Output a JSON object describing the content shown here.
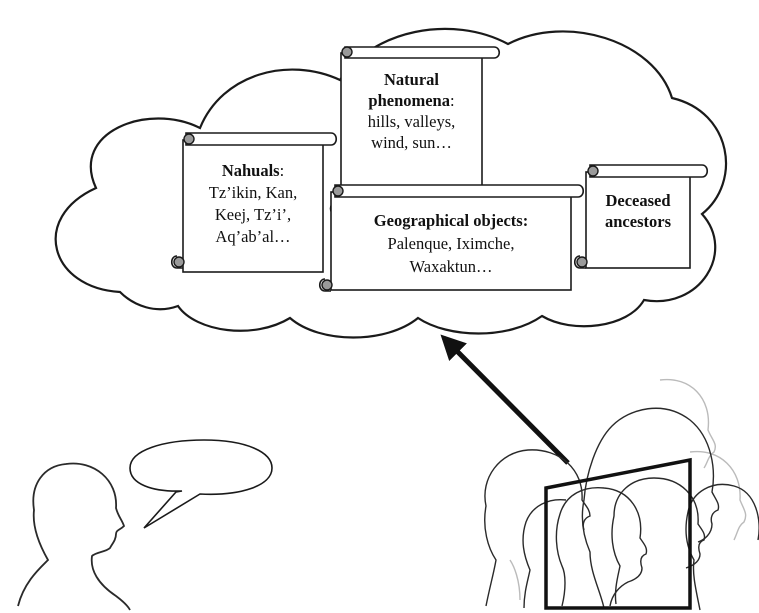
{
  "colors": {
    "stroke": "#1a1a1a",
    "scroll_fill": "#ffffff",
    "scroll_curl": "#9a9a9a",
    "face_stroke": "#2a2a2a",
    "faint_face_stroke": "#b8b8b8",
    "arrow": "#111111"
  },
  "scrolls": {
    "nahuals": {
      "title": "Nahuals",
      "title_suffix": ":",
      "lines": [
        "Tz’ikin, Kan,",
        "Keej,  Tz’i’,",
        "Aq’ab’al…"
      ]
    },
    "natural": {
      "title_line1": "Natural",
      "title_line2": "phenomena",
      "title_suffix": ":",
      "lines": [
        "hills, valleys,",
        "wind, sun…"
      ]
    },
    "geographical": {
      "title": "Geographical objects:",
      "lines": [
        "Palenque, Iximche,",
        "Waxaktun…"
      ]
    },
    "ancestors": {
      "title_line1": "Deceased",
      "title_line2": "ancestors"
    }
  },
  "icons": {
    "thought_cloud": "thought-cloud-icon",
    "arrow": "arrow-icon",
    "speaker": "speaker-head-icon",
    "speech_bubble": "speech-bubble-icon",
    "crowd": "crowd-heads-icon",
    "focus_frame": "focus-frame-icon"
  }
}
